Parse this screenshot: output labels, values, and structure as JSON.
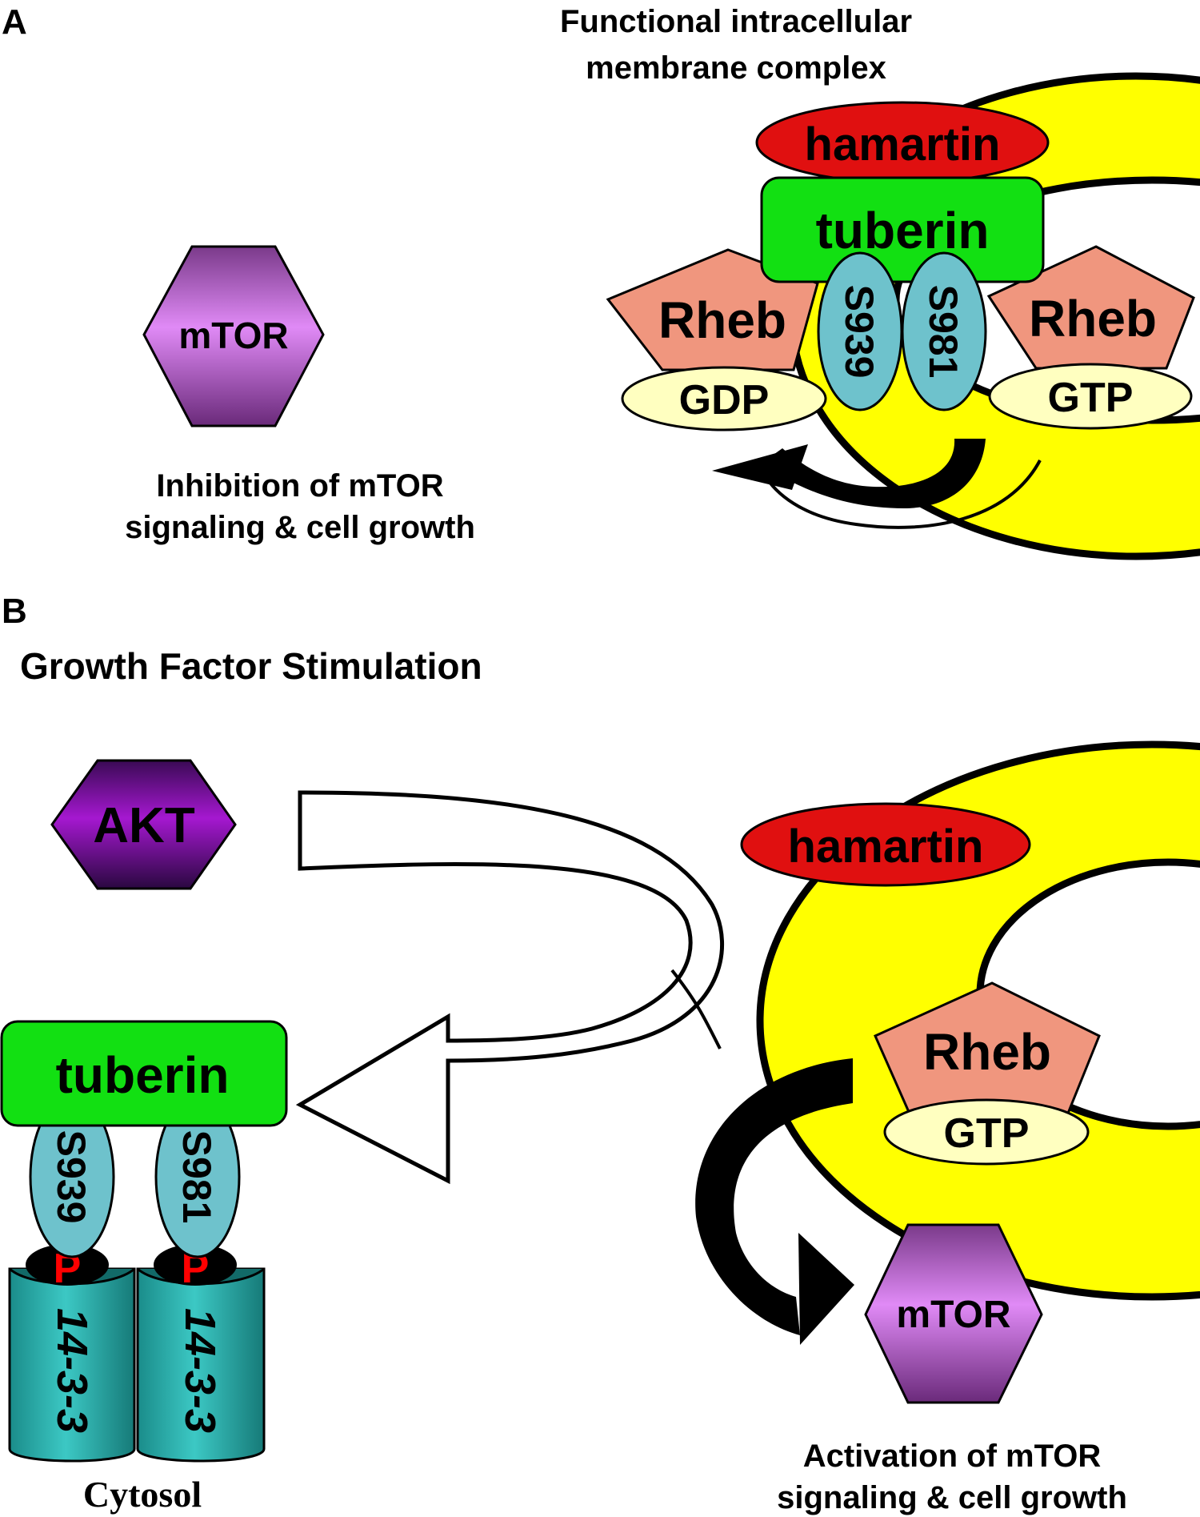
{
  "panel_a": {
    "label": "A",
    "title_line1": "Functional intracellular",
    "title_line2": "membrane complex",
    "mtor": "mTOR",
    "caption_line1": "Inhibition of mTOR",
    "caption_line2": "signaling & cell growth",
    "hamartin": "hamartin",
    "tuberin": "tuberin",
    "rheb_left": "Rheb",
    "rheb_right": "Rheb",
    "gdp": "GDP",
    "gtp": "GTP",
    "s939": "S939",
    "s981": "S981"
  },
  "panel_b": {
    "label": "B",
    "title": "Growth Factor Stimulation",
    "akt": "AKT",
    "hamartin": "hamartin",
    "tuberin": "tuberin",
    "s939": "S939",
    "s981": "S981",
    "p1": "P",
    "p2": "P",
    "protein_1433_a": "14-3-3",
    "protein_1433_b": "14-3-3",
    "cytosol": "Cytosol",
    "rheb": "Rheb",
    "gtp": "GTP",
    "mtor": "mTOR",
    "caption_line1": "Activation of mTOR",
    "caption_line2": "signaling & cell growth"
  },
  "colors": {
    "membrane_yellow": "#ffff00",
    "hamartin_red": "#e01010",
    "tuberin_green": "#12e012",
    "rheb_salmon": "#f0967e",
    "nucleotide_cream": "#ffffc0",
    "serine_blue": "#6ec2cc",
    "mtor_purple": "#d97af0",
    "akt_purple": "#9b12c0",
    "protein_1433_teal": "#26b4b0",
    "phospho_red": "#ff0000"
  }
}
